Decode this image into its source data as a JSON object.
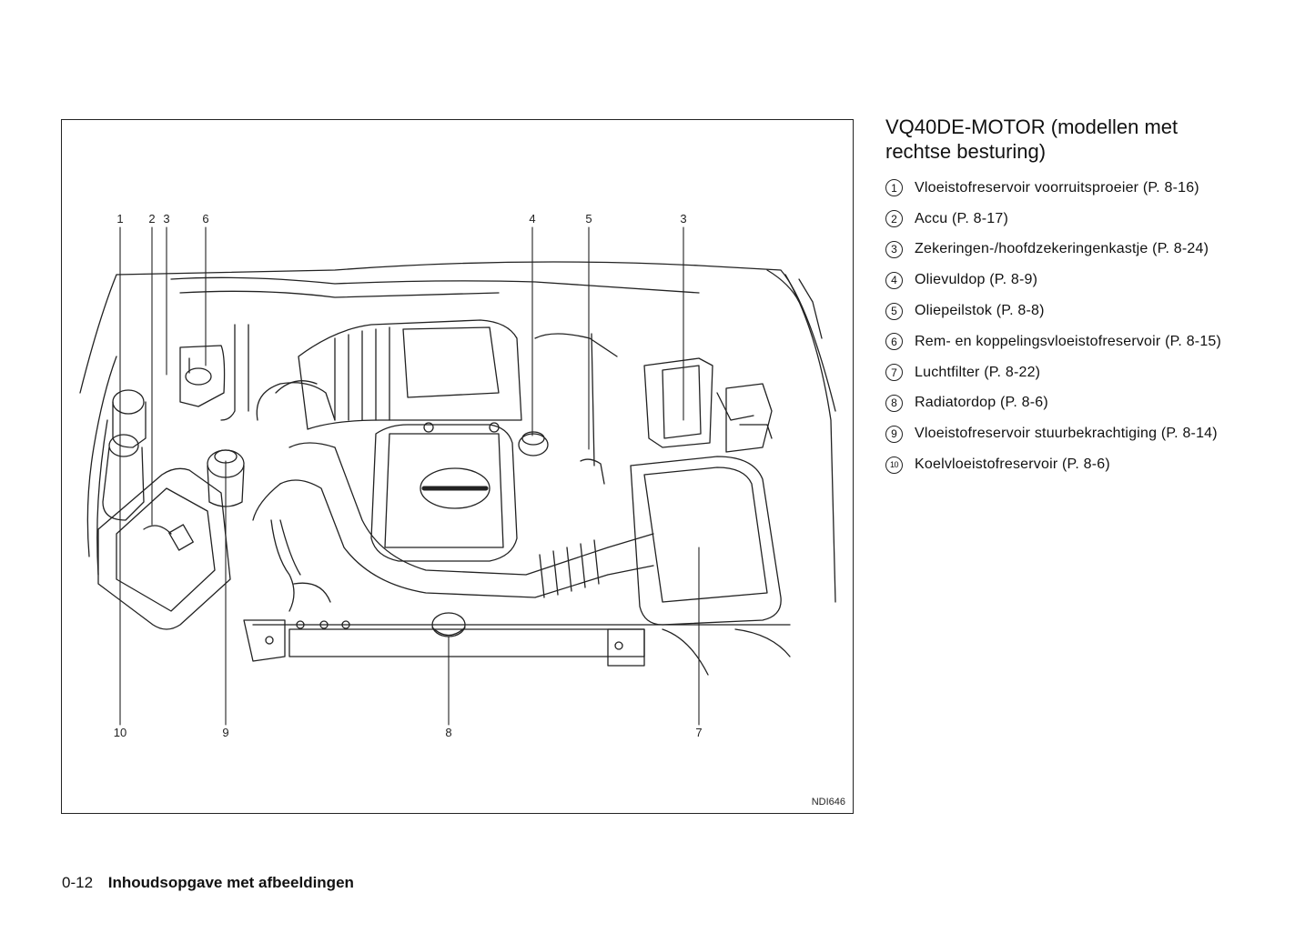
{
  "figure": {
    "code": "NDI646",
    "callouts": {
      "c1": "1",
      "c2": "2",
      "c3a": "3",
      "c6": "6",
      "c4": "4",
      "c5": "5",
      "c3b": "3",
      "c10": "10",
      "c9": "9",
      "c8": "8",
      "c7": "7"
    }
  },
  "section": {
    "title_line1": "VQ40DE-MOTOR (modellen met",
    "title_line2": "rechtse besturing)"
  },
  "legend": [
    {
      "num": "1",
      "text": "Vloeistofreservoir voorruitsproeier (P. 8-16)"
    },
    {
      "num": "2",
      "text": "Accu (P. 8-17)"
    },
    {
      "num": "3",
      "text": "Zekeringen-/hoofdzekeringenkastje (P. 8-24)"
    },
    {
      "num": "4",
      "text": "Olievuldop (P. 8-9)"
    },
    {
      "num": "5",
      "text": "Oliepeilstok (P. 8-8)"
    },
    {
      "num": "6",
      "text": "Rem- en koppelingsvloeistofreservoir (P. 8-15)"
    },
    {
      "num": "7",
      "text": "Luchtfilter (P. 8-22)"
    },
    {
      "num": "8",
      "text": "Radiatordop (P. 8-6)"
    },
    {
      "num": "9",
      "text": "Vloeistofreservoir stuurbekrachtiging (P. 8-14)"
    },
    {
      "num": "10",
      "text": "Koelvloeistofreservoir (P. 8-6)"
    }
  ],
  "footer": {
    "page_number": "0-12",
    "section_name": "Inhoudsopgave met afbeeldingen"
  }
}
